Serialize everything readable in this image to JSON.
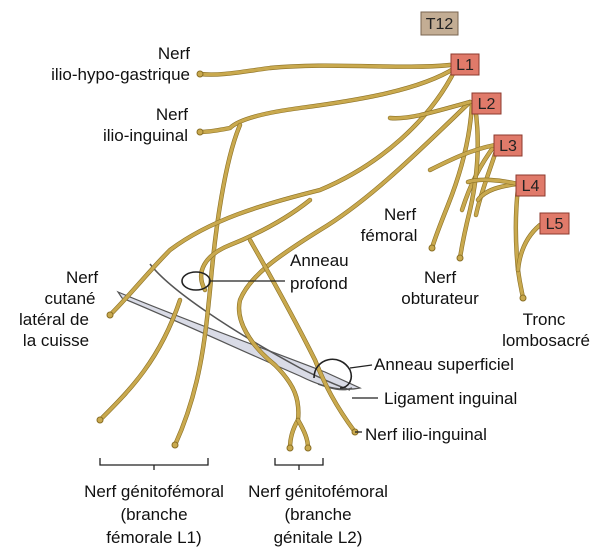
{
  "roots": {
    "t12": "T12",
    "l1": "L1",
    "l2": "L2",
    "l3": "L3",
    "l4": "L4",
    "l5": "L5"
  },
  "labels": {
    "ilio_hypo_1": "Nerf",
    "ilio_hypo_2": "ilio-hypo-gastrique",
    "ilio_ing_1": "Nerf",
    "ilio_ing_2": "ilio-inguinal",
    "cutane_1": "Nerf",
    "cutane_2": "cutané",
    "cutane_3": "latéral de",
    "cutane_4": "la cuisse",
    "femoral_1": "Nerf",
    "femoral_2": "fémoral",
    "obturateur_1": "Nerf",
    "obturateur_2": "obturateur",
    "tronc_1": "Tronc",
    "tronc_2": "lombosacré",
    "anneau_profond_1": "Anneau",
    "anneau_profond_2": "profond",
    "anneau_superficiel": "Anneau superficiel",
    "ligament": "Ligament inguinal",
    "nerf_ilio_inguinal_bottom": "Nerf ilio-inguinal",
    "geno_fem_1": "Nerf génitofémoral",
    "geno_fem_2": "(branche",
    "geno_fem_3": "fémorale L1)",
    "geno_gen_1": "Nerf génitofémoral",
    "geno_gen_2": "(branche",
    "geno_gen_3": "génitale L2)"
  },
  "colors": {
    "nerve": "#c9a94e",
    "root_box": "#e07a6a",
    "t12_box": "#c3ad94",
    "ligament": "#d9dbe6"
  }
}
